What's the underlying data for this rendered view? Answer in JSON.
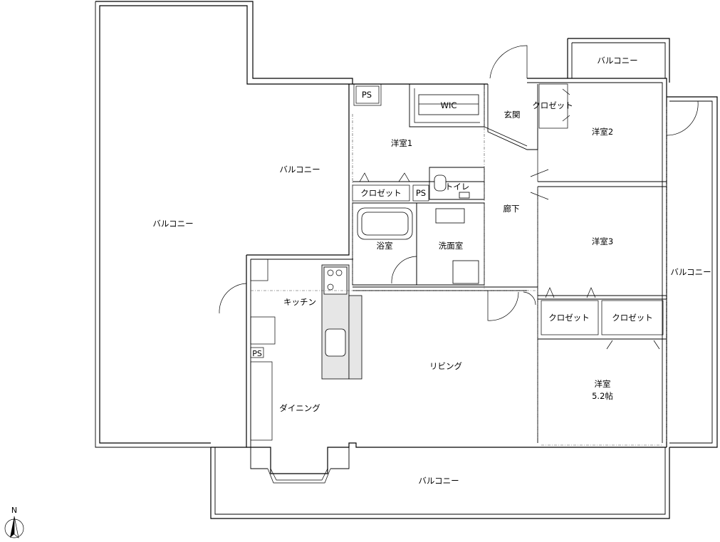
{
  "rooms": {
    "balcony_top_right": "バルコニー",
    "ps_top": "PS",
    "wic": "WIC",
    "genkan": "玄関",
    "closet_top": "クロゼット",
    "yoshitsu1": "洋室1",
    "yoshitsu2": "洋室2",
    "balcony_middle": "バルコニー",
    "balcony_big": "バルコニー",
    "closet_left": "クロゼット",
    "ps_mid": "PS",
    "toilet": "トイレ",
    "roka": "廊下",
    "bath": "浴室",
    "senmen": "洗面室",
    "yoshitsu3": "洋室3",
    "balcony_right": "バルコニー",
    "kitchen": "キッチン",
    "closet_a": "クロゼット",
    "closet_b": "クロゼット",
    "ps_kitchen": "PS",
    "living": "リビング",
    "yoshitsu_bottom": "洋室",
    "yoshitsu_bottom_size": "5.2帖",
    "dining": "ダイニング",
    "balcony_bottom": "バルコニー"
  },
  "compass": {
    "north_label": "N"
  }
}
